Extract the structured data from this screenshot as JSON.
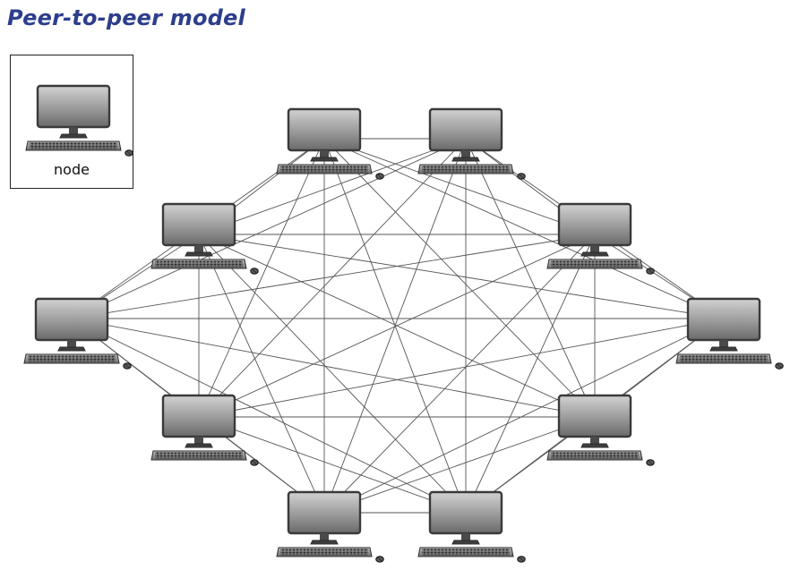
{
  "title": "Peer-to-peer model",
  "legend": {
    "label": "node",
    "icon": "computer-icon"
  },
  "network": {
    "topology": "full-mesh",
    "node_count": 10,
    "node_icon": "computer-icon"
  },
  "colors": {
    "title": "#2d3e8c",
    "link": "#555555",
    "monitor": "#7a7a7a",
    "frame": "#3a3a3a"
  }
}
